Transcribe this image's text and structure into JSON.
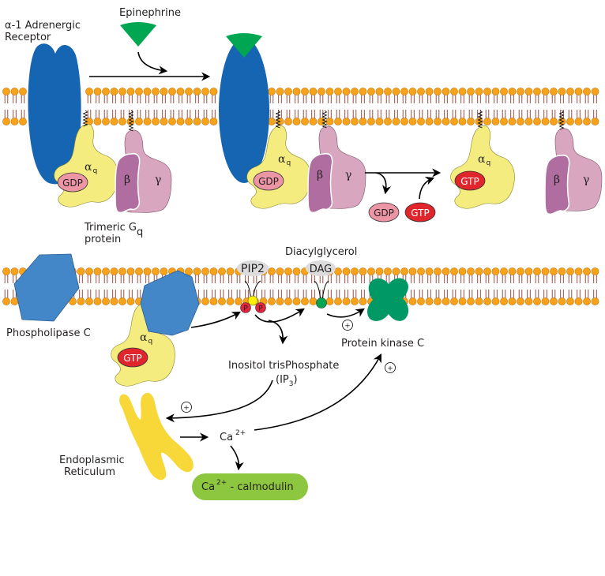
{
  "colors": {
    "receptor": "#1565b3",
    "epinephrine": "#00a651",
    "alpha_q": "#f4ec7e",
    "beta": "#b06ea0",
    "gamma": "#d9a6c0",
    "gdp": "#ec95a5",
    "gtp": "#e0252c",
    "phospholipase": "#4487c8",
    "pkc": "#009966",
    "er": "#f7d838",
    "calmodulin": "#8dc63f",
    "lipid_head": "#f7a21b",
    "lipid_tail": "#8a3a2e",
    "pip_label_bg": "#dcdcdc"
  },
  "labels": {
    "receptor": [
      "α-1 Adrenergic",
      "Receptor"
    ],
    "epinephrine": "Epinephrine",
    "trimeric_g": "Trimeric G",
    "trimeric_g_sub": "q",
    "trimeric_g_line2": "protein",
    "phospholipase_c": "Phospholipase C",
    "diacylglycerol": "Diacylglycerol",
    "pip2": "PIP2",
    "dag": "DAG",
    "protein_kinase_c": "Protein kinase C",
    "ip3_line1": "Inositol trisPhosphate",
    "ip3_open": "(IP",
    "ip3_sub": "3",
    "ip3_close": ")",
    "er": [
      "Endoplasmic",
      "Reticulum"
    ],
    "ca": "Ca",
    "ca_sup": "2+",
    "calmodulin_ca": "Ca",
    "calmodulin_sup": "2+",
    "calmodulin_rest": " - calmodulin",
    "alpha": "α",
    "alpha_sub": "q",
    "beta": "β",
    "gamma": "γ",
    "gdp": "GDP",
    "gtp": "GTP",
    "phosphate": "P",
    "plus": "+"
  }
}
